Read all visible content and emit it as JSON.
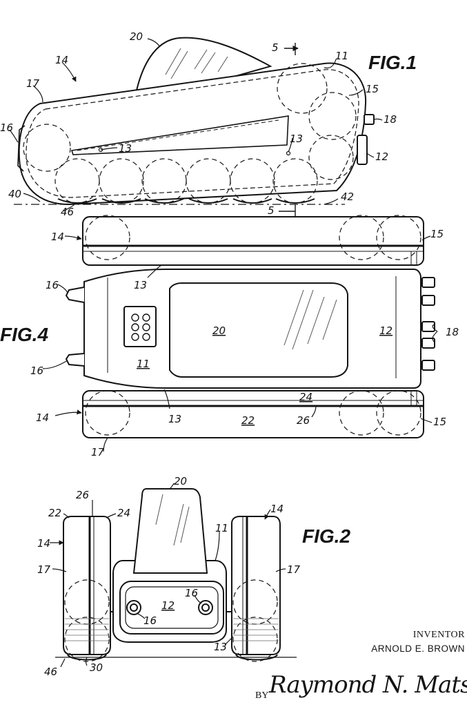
{
  "figures": {
    "fig1": {
      "label": "FIG.1",
      "refs": {
        "r20": "20",
        "r14": "14",
        "r5a": "5",
        "r11": "11",
        "r17": "17",
        "r15": "15",
        "r16": "16",
        "r18": "18",
        "r13a": "13",
        "r13b": "13",
        "r12": "12",
        "r40": "40",
        "r42": "42",
        "r46": "46",
        "r5b": "5"
      }
    },
    "fig4": {
      "label": "FIG.4",
      "refs": {
        "r14a": "14",
        "r15a": "15",
        "r16a": "16",
        "r13a": "13",
        "r20": "20",
        "r12": "12",
        "r18": "18",
        "r16b": "16",
        "r11": "11",
        "r24": "24",
        "r14b": "14",
        "r13b": "13",
        "r22": "22",
        "r26": "26",
        "r15b": "15",
        "r17": "17"
      }
    },
    "fig2": {
      "label": "FIG.2",
      "refs": {
        "r20": "20",
        "r26": "26",
        "r22": "22",
        "r24": "24",
        "r14a": "14",
        "r14b": "14",
        "r11": "11",
        "r17a": "17",
        "r17b": "17",
        "r16a": "16",
        "r12": "12",
        "r16b": "16",
        "r13": "13",
        "r46": "46",
        "r30": "30"
      }
    }
  },
  "inventor": {
    "caption": "INVENTOR",
    "name": "ARNOLD E. BROWN"
  },
  "attorney": {
    "by_label": "BY",
    "signature": "Raymond N. Matson"
  }
}
